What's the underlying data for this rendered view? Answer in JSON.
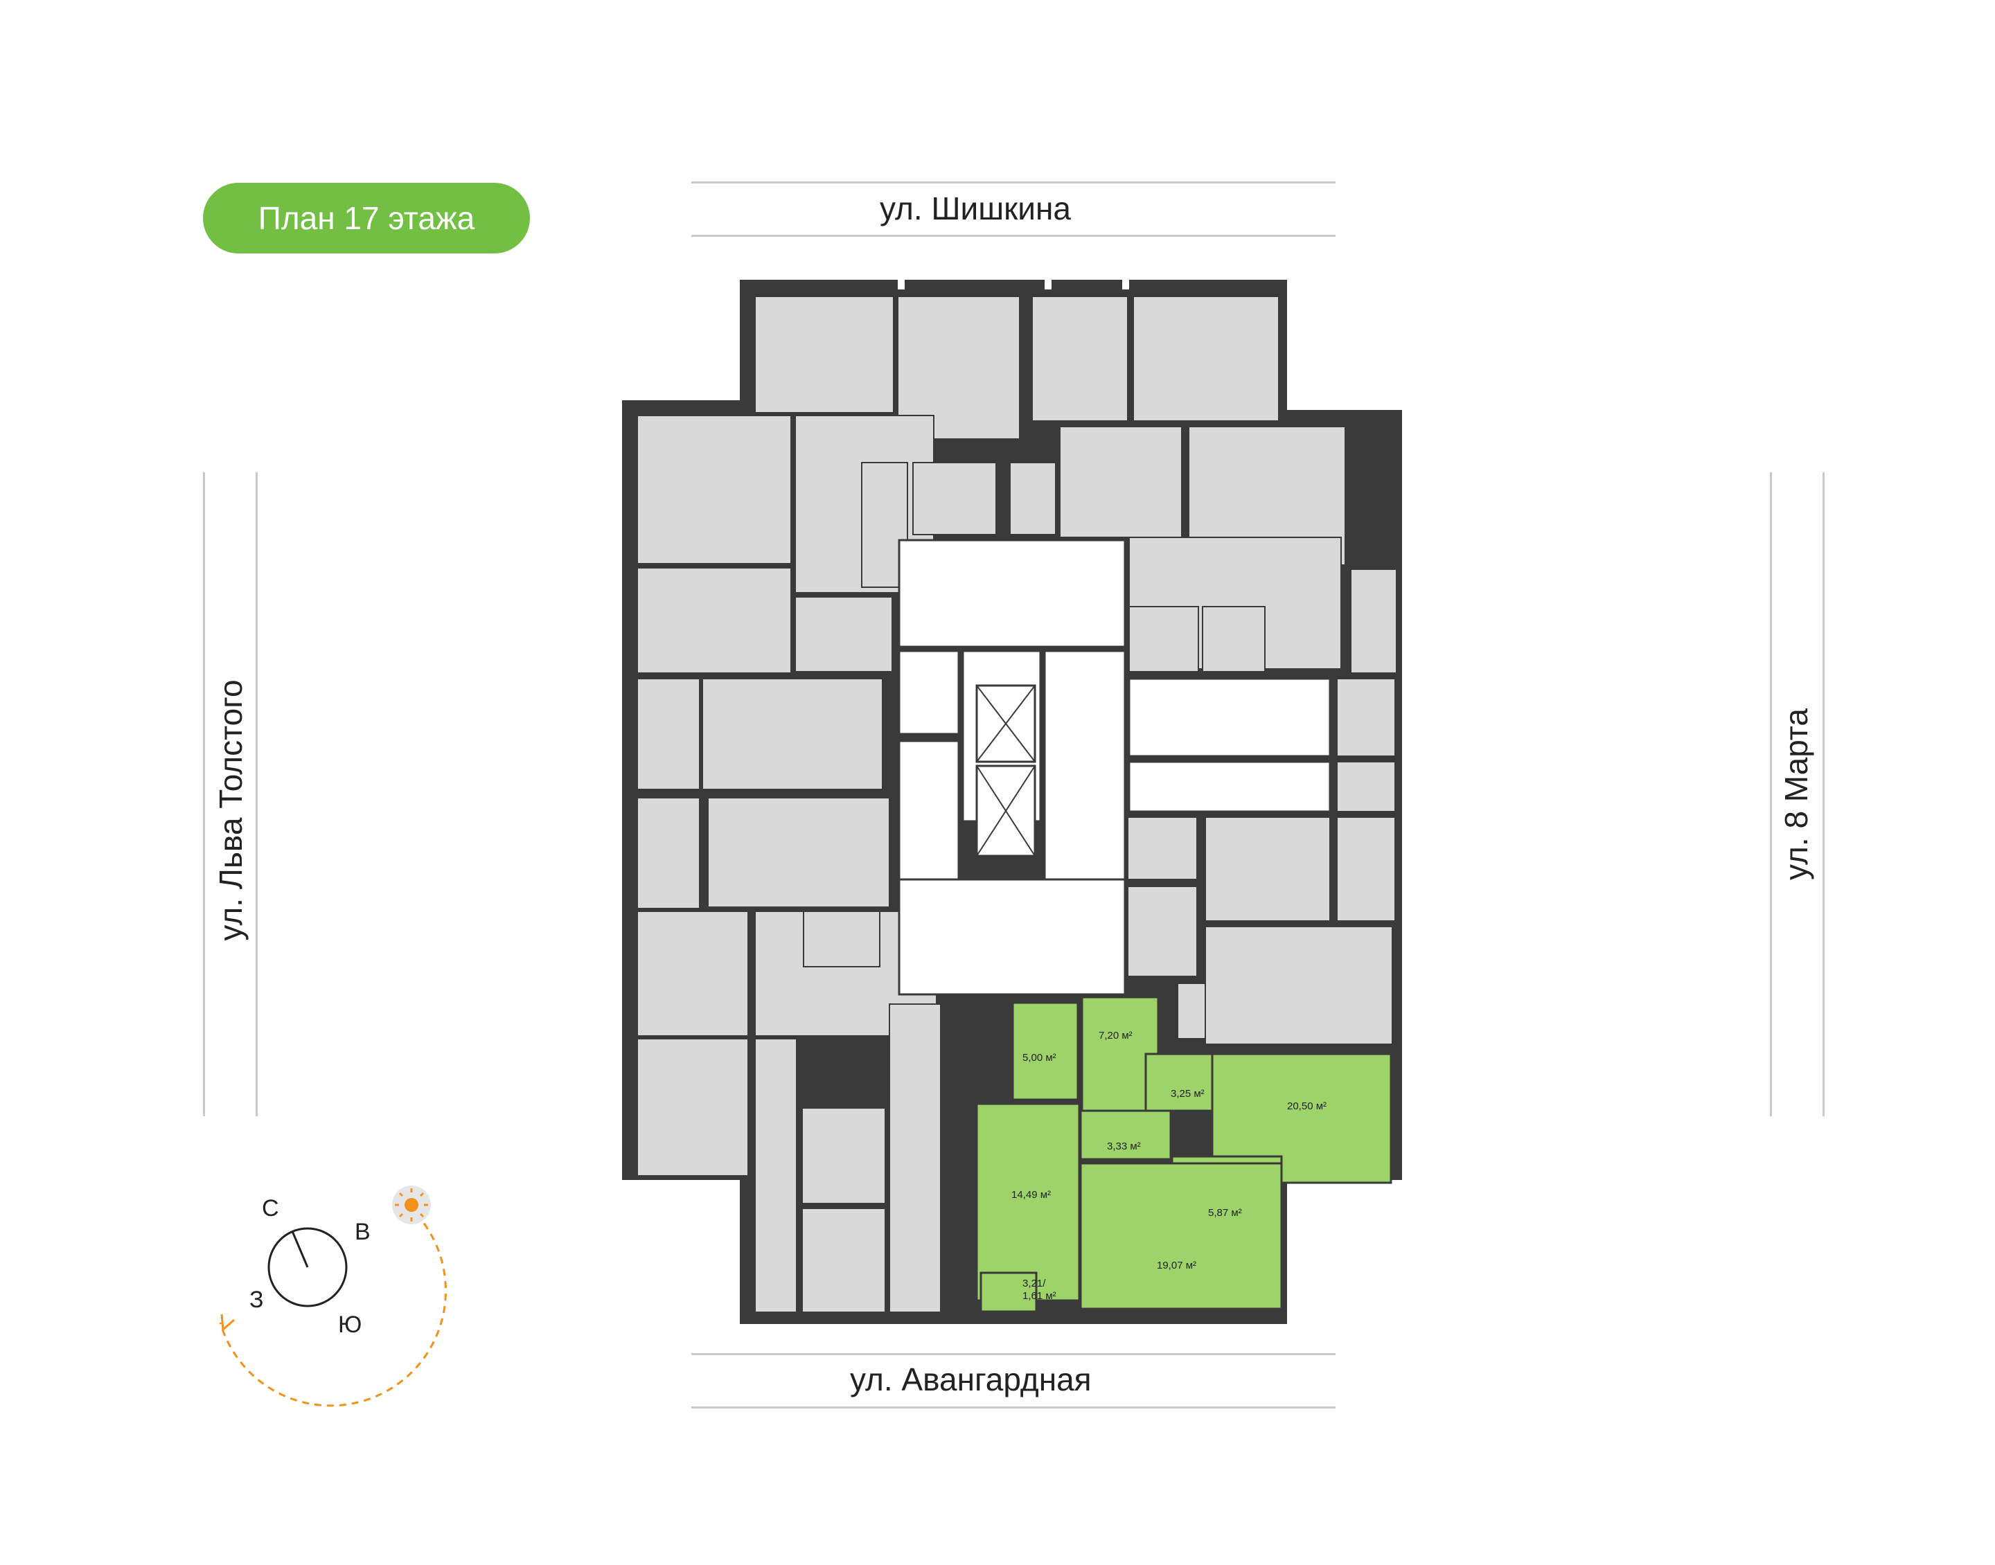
{
  "title": "План 17 этажа",
  "streets": {
    "north": "ул. Шишкина",
    "south": "ул. Авангардная",
    "west": "ул. Льва Толстого",
    "east": "ул. 8 Марта"
  },
  "apartment": {
    "rooms": [
      "7,20 м²",
      "5,00 м²",
      "3,25 м²",
      "20,50 м²",
      "3,33 м²",
      "14,49 м²",
      "5,87 м²",
      "19,07 м²",
      "3,21/\n1,61 м²"
    ]
  },
  "compass": {
    "north": "С",
    "east": "В",
    "south": "Ю",
    "west": "З"
  },
  "colors": {
    "badge": "#72bf44",
    "highlight": "#9ed36a",
    "room": "#d9d9d9",
    "wall": "#3a3a3a",
    "sun_path": "#f2911b"
  },
  "icons": [
    "sun-icon",
    "compass-icon"
  ]
}
